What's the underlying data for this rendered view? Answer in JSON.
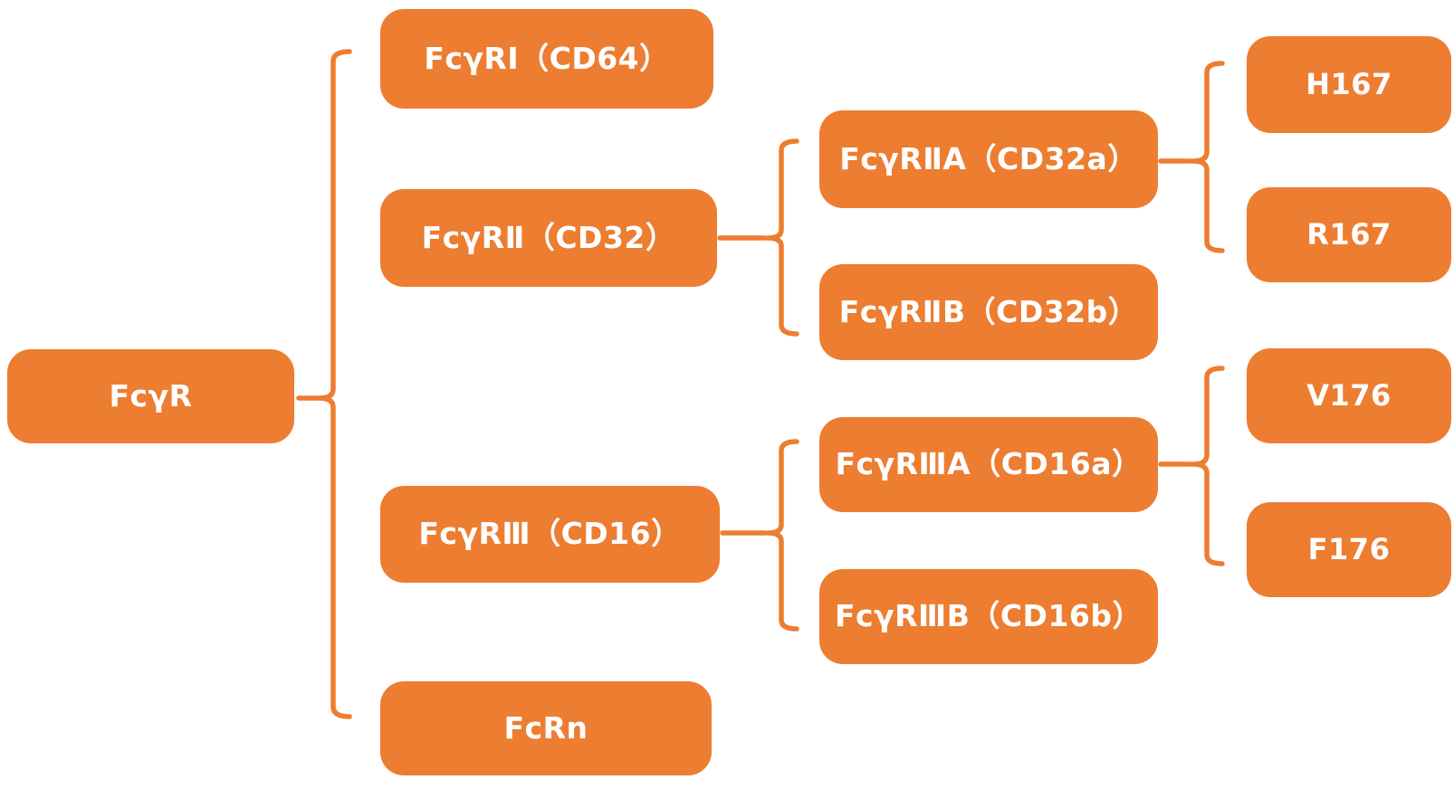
{
  "diagram": {
    "type": "tree",
    "colors": {
      "node_fill": "#ED7D31",
      "node_text": "#FFFFFF",
      "connector": "#ED7D31",
      "background": "#FFFFFF"
    },
    "tree": {
      "root": {
        "label": "FcγR"
      },
      "children": [
        {
          "label": "FcγRⅠ（CD64）"
        },
        {
          "label": "FcγRⅡ（CD32）",
          "children": [
            {
              "label": "FcγRⅡA（CD32a）",
              "children": [
                {
                  "label": "H167"
                },
                {
                  "label": "R167"
                }
              ]
            },
            {
              "label": "FcγRⅡB（CD32b）"
            }
          ]
        },
        {
          "label": "FcγRⅢ（CD16）",
          "children": [
            {
              "label": "FcγRⅢA（CD16a）",
              "children": [
                {
                  "label": "V176"
                },
                {
                  "label": "F176"
                }
              ]
            },
            {
              "label": "FcγRⅢB（CD16b）"
            }
          ]
        },
        {
          "label": "FcRn"
        }
      ]
    }
  }
}
